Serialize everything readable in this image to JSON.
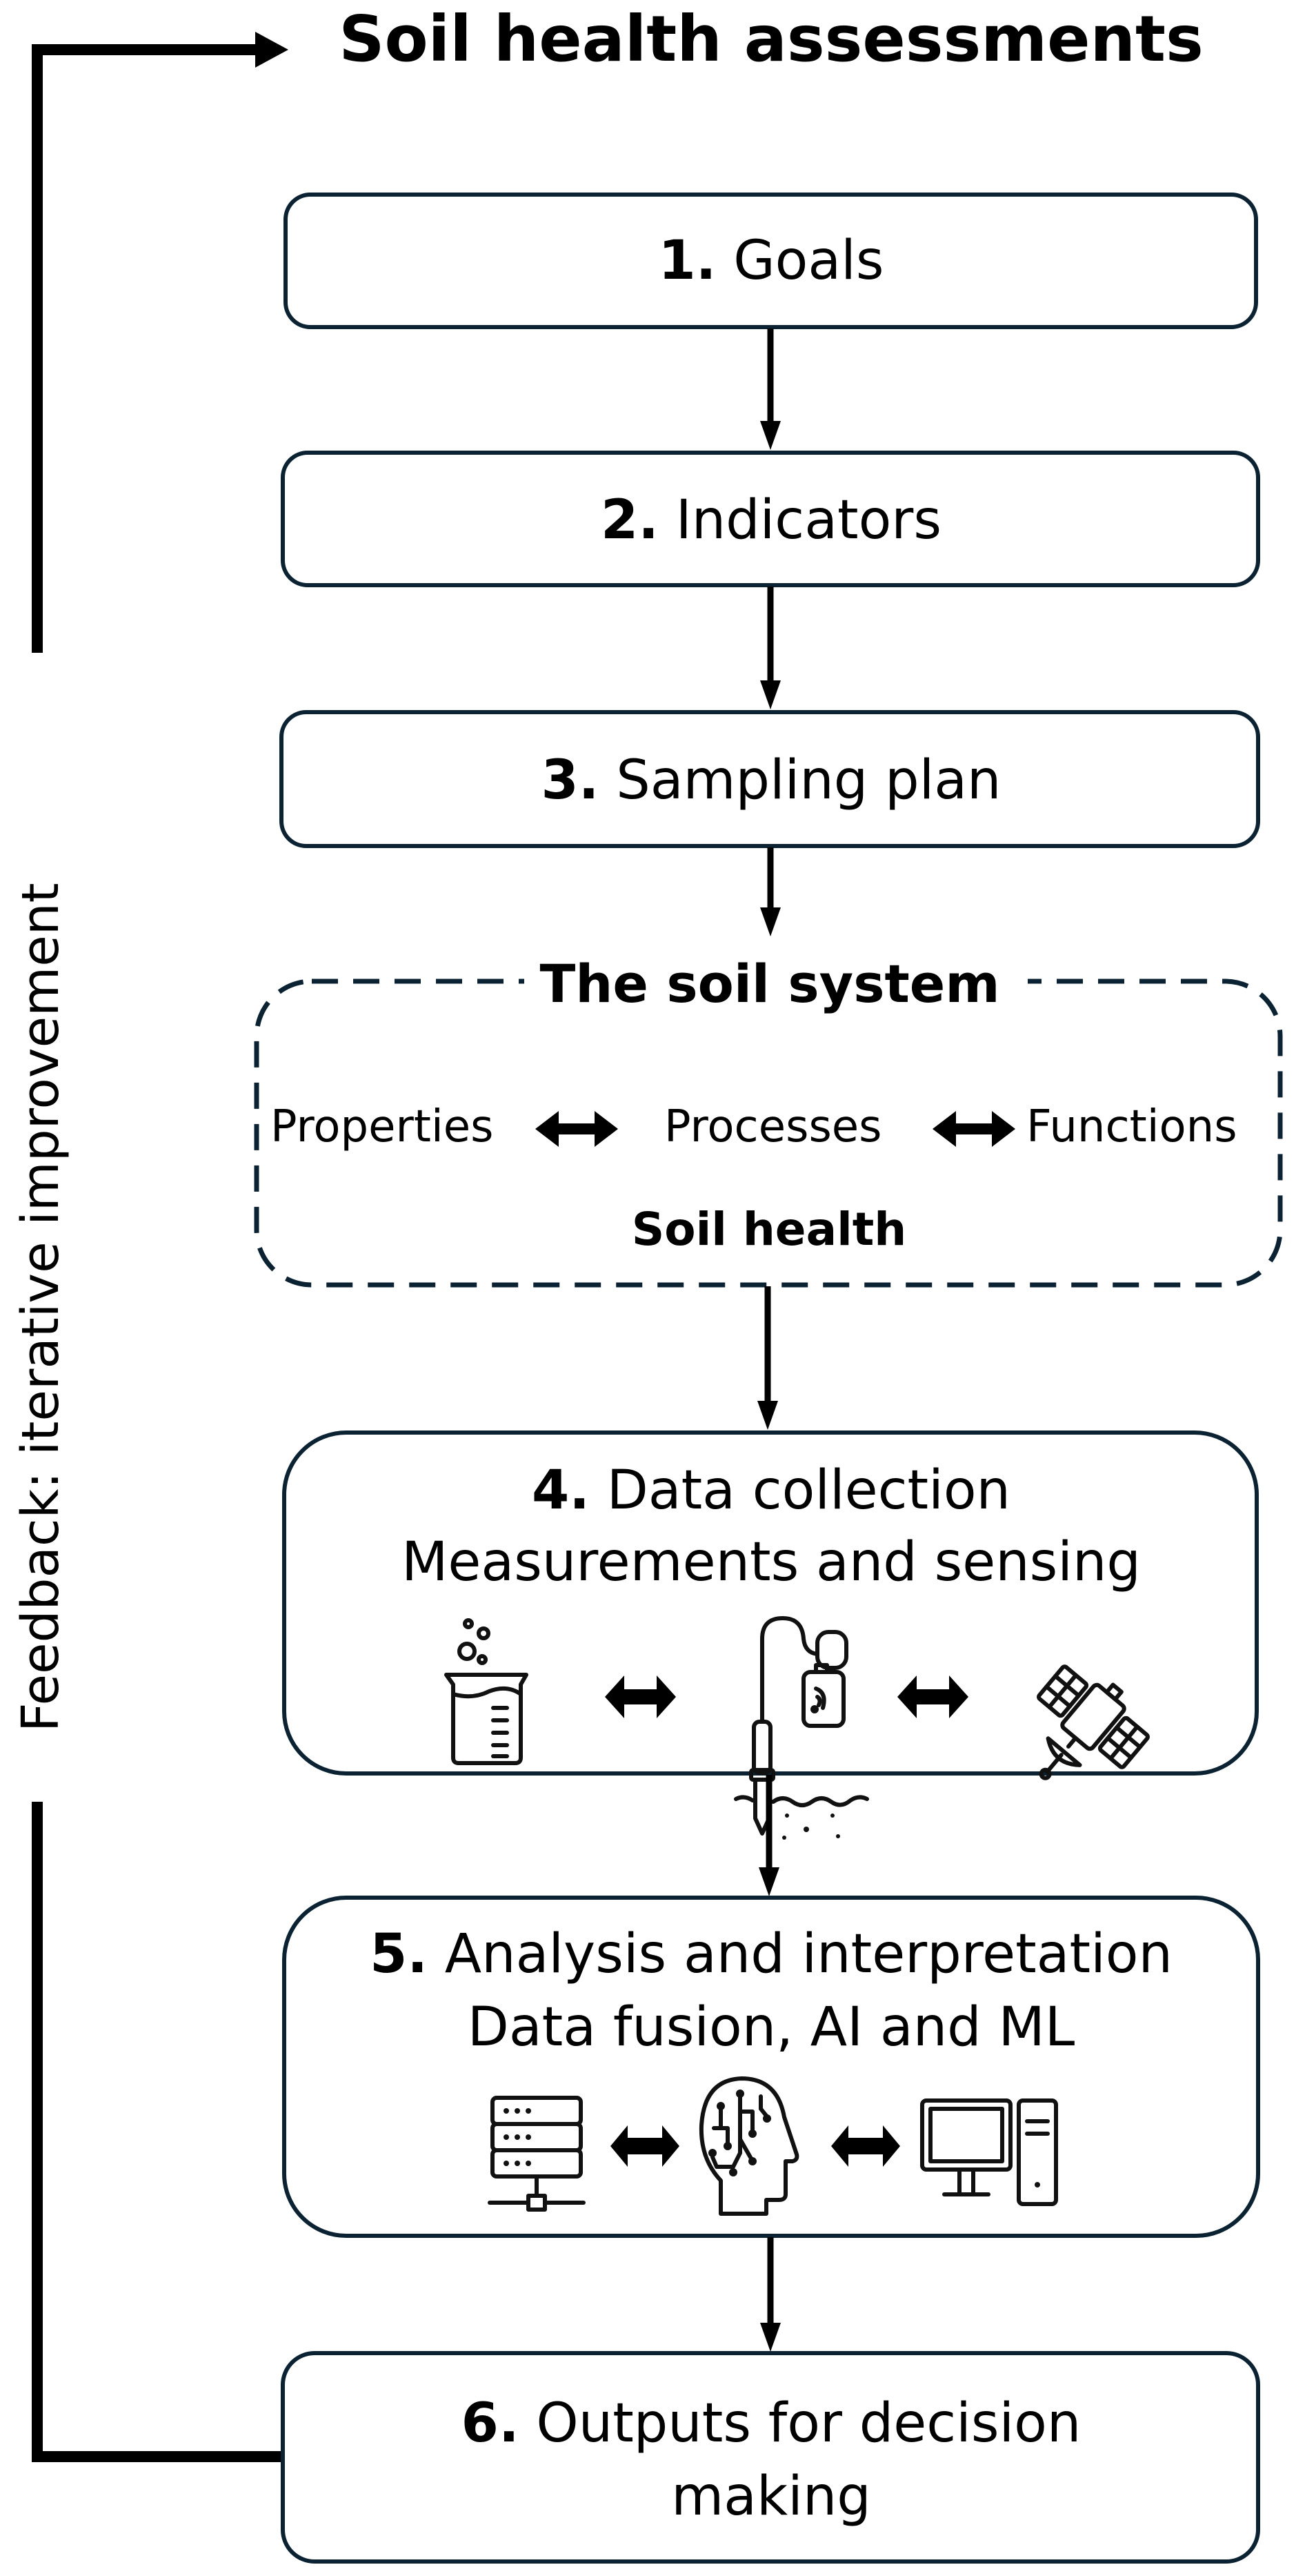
{
  "title": "Soil health assessments",
  "feedback_label": "Feedback: iterative improvement",
  "steps": [
    {
      "num": "1.",
      "label": "Goals"
    },
    {
      "num": "2.",
      "label": "Indicators"
    },
    {
      "num": "3.",
      "label": "Sampling plan"
    },
    {
      "num": "4.",
      "label": "Data collection",
      "subtitle": "Measurements and sensing",
      "icons": [
        "lab-beaker-icon",
        "soil-sensor-probe-icon",
        "satellite-icon"
      ]
    },
    {
      "num": "5.",
      "label": "Analysis and interpretation",
      "subtitle": "Data fusion, AI and ML",
      "icons": [
        "server-database-icon",
        "ai-brain-head-icon",
        "desktop-computer-icon"
      ]
    },
    {
      "num": "6.",
      "label": "Outputs for decision",
      "label_line2": "making"
    }
  ],
  "soil_system": {
    "title": "The soil system",
    "items": [
      "Properties",
      "Processes",
      "Functions"
    ],
    "footer": "Soil health"
  },
  "colors": {
    "border": "#0b2233",
    "arrow": "#000000"
  }
}
